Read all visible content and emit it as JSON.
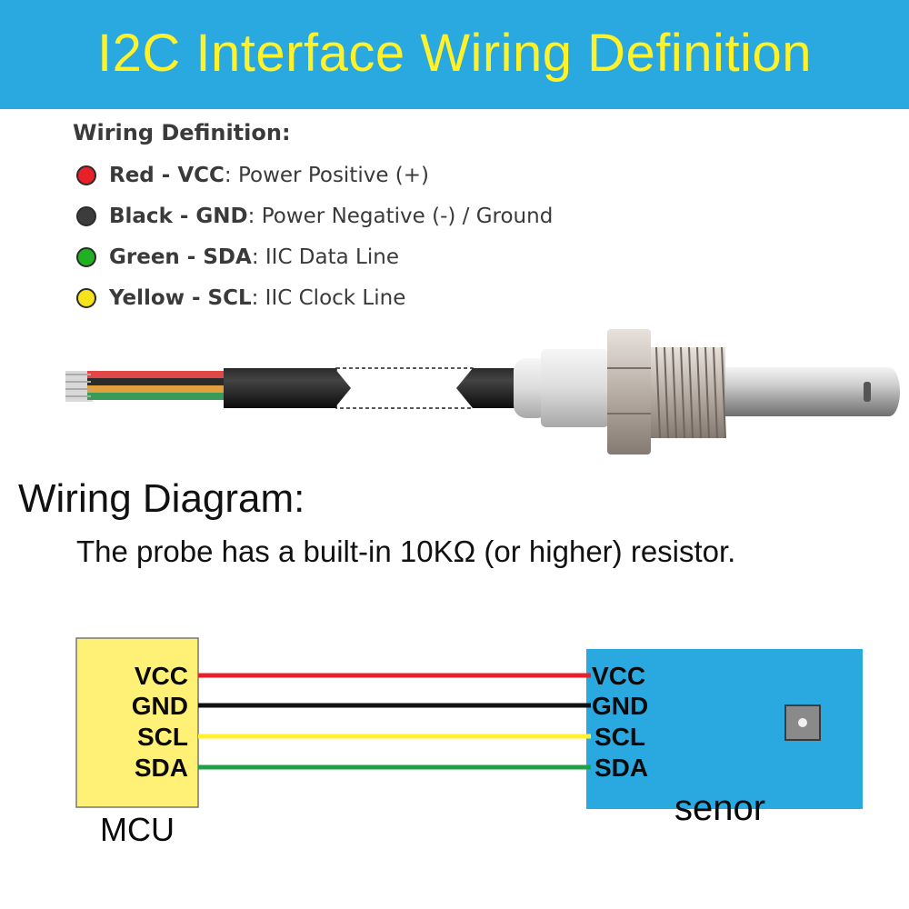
{
  "banner": {
    "title": "I2C Interface Wiring Definition",
    "background": "#2aa9e0",
    "title_color": "#fff22a"
  },
  "definition": {
    "heading": "Wiring Definition:",
    "items": [
      {
        "label": "Red - VCC",
        "desc": ": Power Positive (+)",
        "color": "#e8202a"
      },
      {
        "label": "Black - GND",
        "desc": ": Power Negative (-) / Ground",
        "color": "#3c3c3c"
      },
      {
        "label": "Green - SDA",
        "desc": ": IIC Data Line",
        "color": "#22b023"
      },
      {
        "label": "Yellow - SCL",
        "desc": ": IIC Clock Line",
        "color": "#f6e31c"
      }
    ]
  },
  "diagram": {
    "heading": "Wiring Diagram:",
    "note": "The probe has a built-in 10KΩ (or higher) resistor.",
    "mcu": {
      "caption": "MCU",
      "color": "#fff176",
      "pins": [
        "VCC",
        "GND",
        "SCL",
        "SDA"
      ]
    },
    "sensor": {
      "caption": "senor",
      "color": "#2aa9e0",
      "pins": [
        "VCC",
        "GND",
        "SCL",
        "SDA"
      ]
    },
    "wire_colors": [
      "#e8202a",
      "#111111",
      "#fff22a",
      "#22a045"
    ]
  }
}
